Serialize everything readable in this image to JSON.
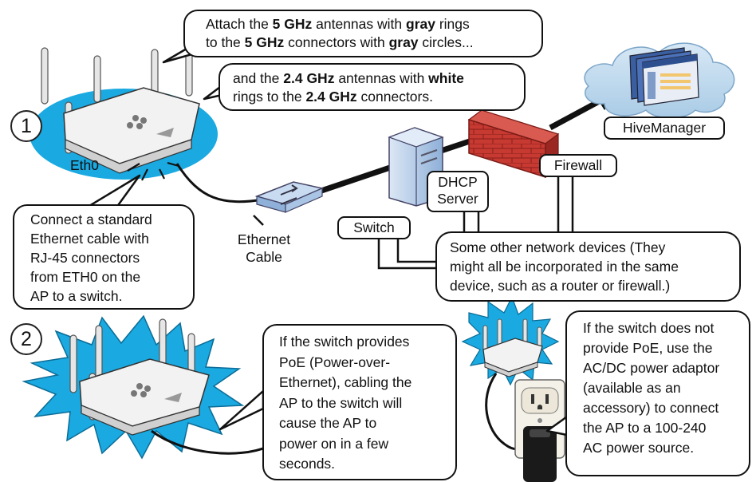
{
  "steps": {
    "one": "1",
    "two": "2"
  },
  "callouts": {
    "antennas_5ghz": {
      "p1": "Attach the ",
      "b1": "5 GHz",
      "p2": " antennas with ",
      "b2": "gray",
      "p3": " rings",
      "p4": "to the ",
      "b3": "5 GHz",
      "p5": " connectors with ",
      "b4": "gray",
      "p6": " circles..."
    },
    "antennas_24ghz": {
      "p1": "and the ",
      "b1": "2.4 GHz",
      "p2": " antennas with ",
      "b2": "white",
      "p3": "rings to the ",
      "b3": "2.4 GHz",
      "p4": " connectors."
    },
    "ethernet_instructions": [
      "Connect a standard",
      "Ethernet cable with",
      "RJ-45 connectors",
      "from ETH0 on the",
      "AP to a switch."
    ],
    "other_devices": [
      "Some other network devices (They",
      "might all be incorporated in the same",
      "device, such as a router or firewall.)"
    ],
    "poe": [
      "If the switch provides",
      "PoE (Power-over-",
      "Ethernet), cabling the",
      "AP to the switch will",
      "cause the AP to",
      "power on in a few",
      "seconds."
    ],
    "no_poe": [
      "If the switch does not",
      "provide PoE, use the",
      "AC/DC power adaptor",
      "(available as an",
      "accessory) to connect",
      "the AP to a 100-240",
      "AC power source."
    ]
  },
  "labels": {
    "eth0": "Eth0",
    "hivemanager": "HiveManager",
    "firewall": "Firewall",
    "dhcp_server": [
      "DHCP",
      "Server"
    ],
    "switch": "Switch",
    "ethernet_cable": [
      "Ethernet",
      "Cable"
    ]
  },
  "colors": {
    "glow_blue": "#1aa9e0",
    "cloud_blue": "#bcd9ee",
    "firewall_red": "#c0302b",
    "server_blue": "#a9c4e4",
    "switch_blue": "#b6cdea",
    "device_white": "#f2f2f2"
  }
}
